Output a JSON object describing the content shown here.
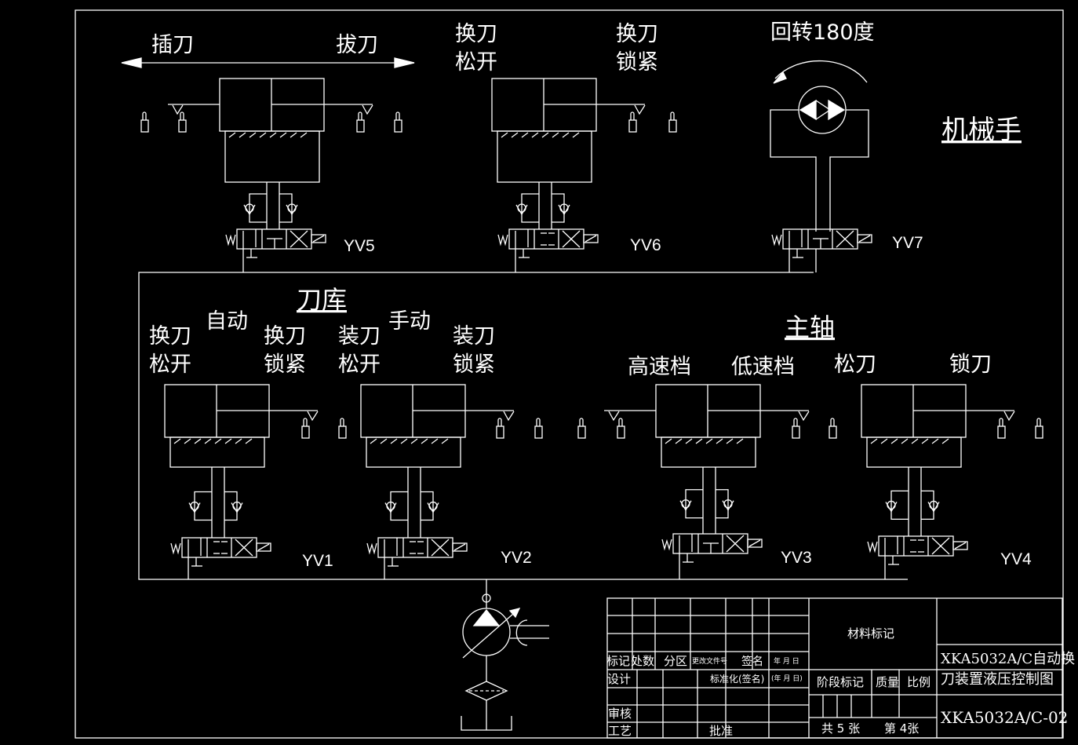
{
  "mechanical_hand": {
    "title": "机械手",
    "insert_tool": "插刀",
    "pull_tool": "拔刀",
    "change_release": [
      "换刀",
      "松开"
    ],
    "change_lock": [
      "换刀",
      "锁紧"
    ],
    "rotate": "回转180度",
    "valves": [
      "YV5",
      "YV6",
      "YV7"
    ]
  },
  "tool_magazine": {
    "title": "刀库",
    "change_release": [
      "换刀",
      "松开"
    ],
    "auto": "自动",
    "change_lock": [
      "换刀",
      "锁紧"
    ],
    "load_release": [
      "装刀",
      "松开"
    ],
    "manual": "手动",
    "load_lock": [
      "装刀",
      "锁紧"
    ],
    "valves": [
      "YV1",
      "YV2"
    ]
  },
  "spindle": {
    "title": "主轴",
    "high_speed": "高速档",
    "low_speed": "低速档",
    "release_tool": "松刀",
    "lock_tool": "锁刀",
    "valves": [
      "YV3",
      "YV4"
    ]
  },
  "title_block": {
    "mark": "标记",
    "count": "处数",
    "zone": "分区",
    "change_doc": "更改文件号",
    "signature": "签名",
    "date": "年 月 日",
    "design": "设计",
    "standardize": "标准化",
    "sign_paren": "(签名)",
    "date_paren": "(年 月 日)",
    "review": "审核",
    "process": "工艺",
    "approve": "批准",
    "material": "材料标记",
    "stage": "阶段标记",
    "mass": "质量",
    "scale": "比例",
    "sheets_total": "共 5 张",
    "sheet_no": "第 4张",
    "drawing_title_1": "XKA5032A/C自动换",
    "drawing_title_2": "刀装置液压控制图",
    "drawing_no": "XKA5032A/C-02"
  }
}
